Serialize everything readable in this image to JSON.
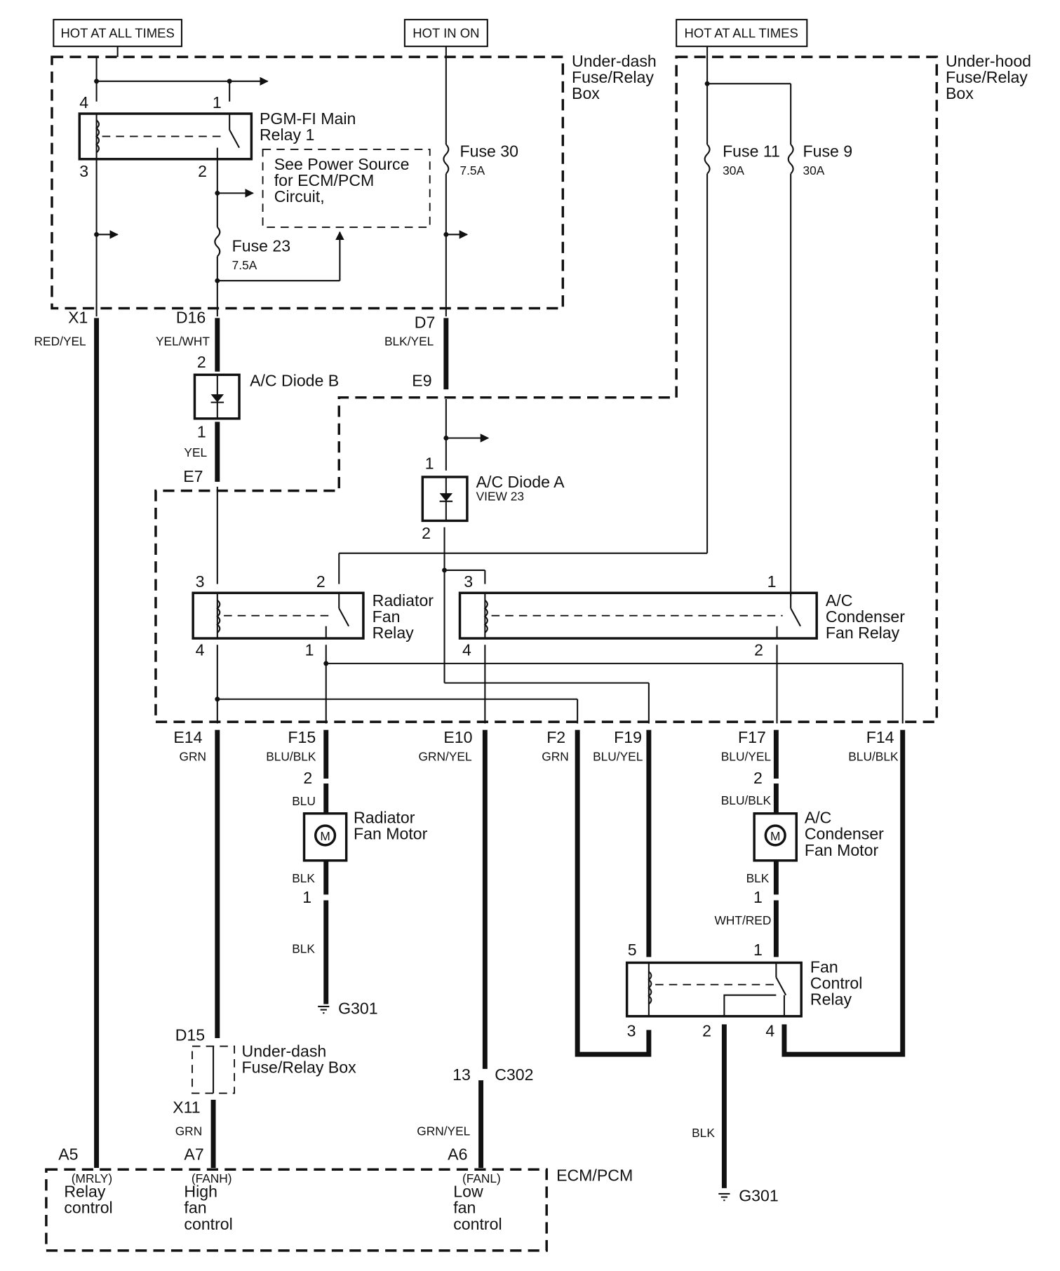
{
  "headers": {
    "hot_left": "HOT AT ALL TIMES",
    "hot_in_on": "HOT IN ON",
    "hot_right": "HOT AT ALL TIMES"
  },
  "boxes": {
    "underdash_l1": "Under-dash",
    "underdash_l2": "Fuse/Relay",
    "underdash_l3": "Box",
    "underhood_l1": "Under-hood",
    "underhood_l2": "Fuse/Relay",
    "underhood_l3": "Box",
    "underdash2_l1": "Under-dash",
    "underdash2_l2": "Fuse/Relay Box",
    "ecm": "ECM/PCM"
  },
  "components": {
    "pgmfi_l1": "PGM-FI Main",
    "pgmfi_l2": "Relay 1",
    "see_l1": "See Power Source",
    "see_l2": "for ECM/PCM",
    "see_l3": "Circuit,",
    "fuse30": "Fuse 30",
    "fuse30_amp": "7.5A",
    "fuse23": "Fuse 23",
    "fuse23_amp": "7.5A",
    "fuse11": "Fuse 11",
    "fuse11_amp": "30A",
    "fuse9": "Fuse 9",
    "fuse9_amp": "30A",
    "diode_b": "A/C Diode B",
    "diode_a": "A/C Diode A",
    "diode_a_view": "VIEW 23",
    "rad_relay_l1": "Radiator",
    "rad_relay_l2": "Fan",
    "rad_relay_l3": "Relay",
    "ac_relay_l1": "A/C",
    "ac_relay_l2": "Condenser",
    "ac_relay_l3": "Fan Relay",
    "rad_motor_l1": "Radiator",
    "rad_motor_l2": "Fan Motor",
    "ac_motor_l1": "A/C",
    "ac_motor_l2": "Condenser",
    "ac_motor_l3": "Fan Motor",
    "fcr_l1": "Fan",
    "fcr_l2": "Control",
    "fcr_l3": "Relay",
    "motor_symbol": "M",
    "ground1": "G301",
    "ground2": "G301",
    "c302": "C302"
  },
  "connectors": {
    "x1": "X1",
    "d16": "D16",
    "d7": "D7",
    "e9": "E9",
    "e7": "E7",
    "e14": "E14",
    "f15": "F15",
    "e10": "E10",
    "f2": "F2",
    "f19": "F19",
    "f17": "F17",
    "f14": "F14",
    "d15": "D15",
    "x11": "X11",
    "a5": "A5",
    "a7": "A7",
    "a6": "A6",
    "c302_pin": "13"
  },
  "wires": {
    "red_yel": "RED/YEL",
    "yel_wht": "YEL/WHT",
    "blk_yel": "BLK/YEL",
    "yel": "YEL",
    "grn_e14": "GRN",
    "blu_blk_f15": "BLU/BLK",
    "grn_yel_e10": "GRN/YEL",
    "grn_f2": "GRN",
    "blu_yel_f19": "BLU/YEL",
    "blu_yel_f17": "BLU/YEL",
    "blu_blk_f14": "BLU/BLK",
    "blu_motor": "BLU",
    "blk_motor": "BLK",
    "blk_g301": "BLK",
    "blu_blk_acm": "BLU/BLK",
    "blk_acm": "BLK",
    "wht_red": "WHT/RED",
    "grn_x11": "GRN",
    "grn_yel_c302": "GRN/YEL",
    "blk_fcr": "BLK"
  },
  "pins": {
    "p4": "4",
    "p1": "1",
    "p3": "3",
    "p2": "2",
    "db2": "2",
    "db1": "1",
    "da1": "1",
    "da2": "2",
    "rr3": "3",
    "rr2": "2",
    "rr4": "4",
    "rr1": "1",
    "ar3": "3",
    "ar1": "1",
    "ar4": "4",
    "ar2": "2",
    "rm2": "2",
    "rm1": "1",
    "am2": "2",
    "am1": "1",
    "fc5": "5",
    "fc1": "1",
    "fc3": "3",
    "fc2": "2",
    "fc4": "4"
  },
  "ecm_terminals": {
    "mrly": "(MRLY)",
    "relay_l1": "Relay",
    "relay_l2": "control",
    "fanh": "(FANH)",
    "high_l1": "High",
    "high_l2": "fan",
    "high_l3": "control",
    "fanl": "(FANL)",
    "low_l1": "Low",
    "low_l2": "fan",
    "low_l3": "control"
  }
}
